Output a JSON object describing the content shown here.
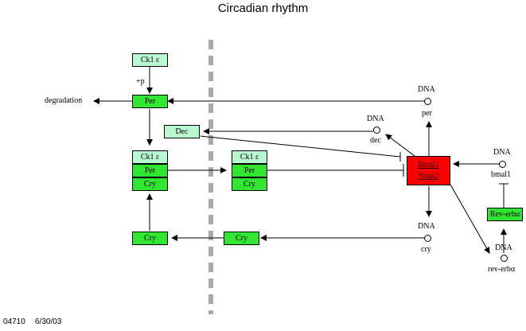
{
  "title": "Circadian rhythm",
  "footer": {
    "map_id": "04710",
    "date": "6/30/03"
  },
  "genes": {
    "ck1e_top": "Ck1 ε",
    "per_top": "Per",
    "dec": "Dec",
    "left_complex": {
      "ck1e": "Ck1 ε",
      "per": "Per",
      "cry": "Cry"
    },
    "mid_complex": {
      "ck1e": "Ck1 ε",
      "per": "Per",
      "cry": "Cry"
    },
    "cry_left": "Cry",
    "cry_mid": "Cry",
    "bmal1": "Bmal1",
    "npas2": "Npas2",
    "rev_erba": "Rev-erbα"
  },
  "labels": {
    "plus_p": "+p",
    "degradation": "degradation",
    "dna": "DNA",
    "per_gene": "per",
    "dec_gene": "dec",
    "cry_gene": "cry",
    "bmal1_gene": "bmal1",
    "rev_erba_gene": "rev-erbα"
  },
  "colors": {
    "light_green": "#b8f7cf",
    "green": "#33e533",
    "red": "#ff0000",
    "membrane": "#aaaaaa"
  }
}
